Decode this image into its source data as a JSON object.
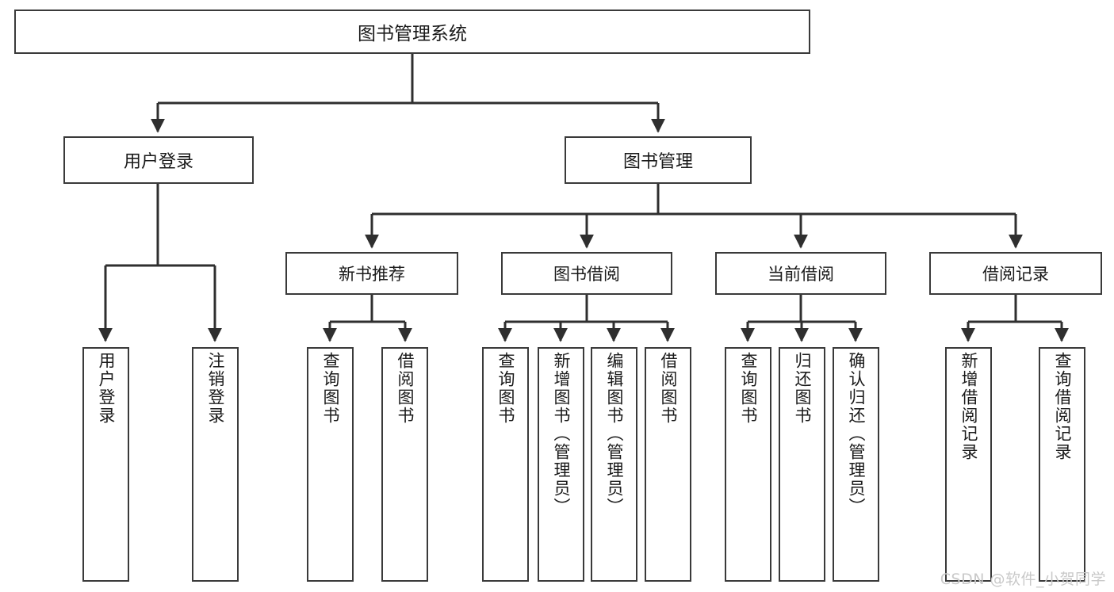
{
  "diagram": {
    "title": "图书管理系统",
    "watermark": "CSDN @软件_小贺同学",
    "colors": {
      "border": "#3a3a3a",
      "background": "#ffffff",
      "text": "#1a1a1a",
      "connector": "#2f2f2f",
      "watermark": "#c9c9c9"
    },
    "root": {
      "label": "图书管理系统"
    },
    "level2": [
      {
        "label": "用户登录"
      },
      {
        "label": "图书管理"
      }
    ],
    "level3": [
      {
        "label": "新书推荐"
      },
      {
        "label": "图书借阅"
      },
      {
        "label": "当前借阅"
      },
      {
        "label": "借阅记录"
      }
    ],
    "leaves": [
      {
        "label": "用户登录",
        "parent": "用户登录"
      },
      {
        "label": "注销登录",
        "parent": "用户登录"
      },
      {
        "label": "查询图书",
        "parent": "新书推荐"
      },
      {
        "label": "借阅图书",
        "parent": "新书推荐"
      },
      {
        "label": "查询图书",
        "parent": "图书借阅"
      },
      {
        "label": "新增图书（管理员）",
        "parent": "图书借阅"
      },
      {
        "label": "编辑图书（管理员）",
        "parent": "图书借阅"
      },
      {
        "label": "借阅图书",
        "parent": "图书借阅"
      },
      {
        "label": "查询图书",
        "parent": "当前借阅"
      },
      {
        "label": "归还图书",
        "parent": "当前借阅"
      },
      {
        "label": "确认归还（管理员）",
        "parent": "当前借阅"
      },
      {
        "label": "新增借阅记录",
        "parent": "借阅记录"
      },
      {
        "label": "查询借阅记录",
        "parent": "借阅记录"
      }
    ]
  }
}
